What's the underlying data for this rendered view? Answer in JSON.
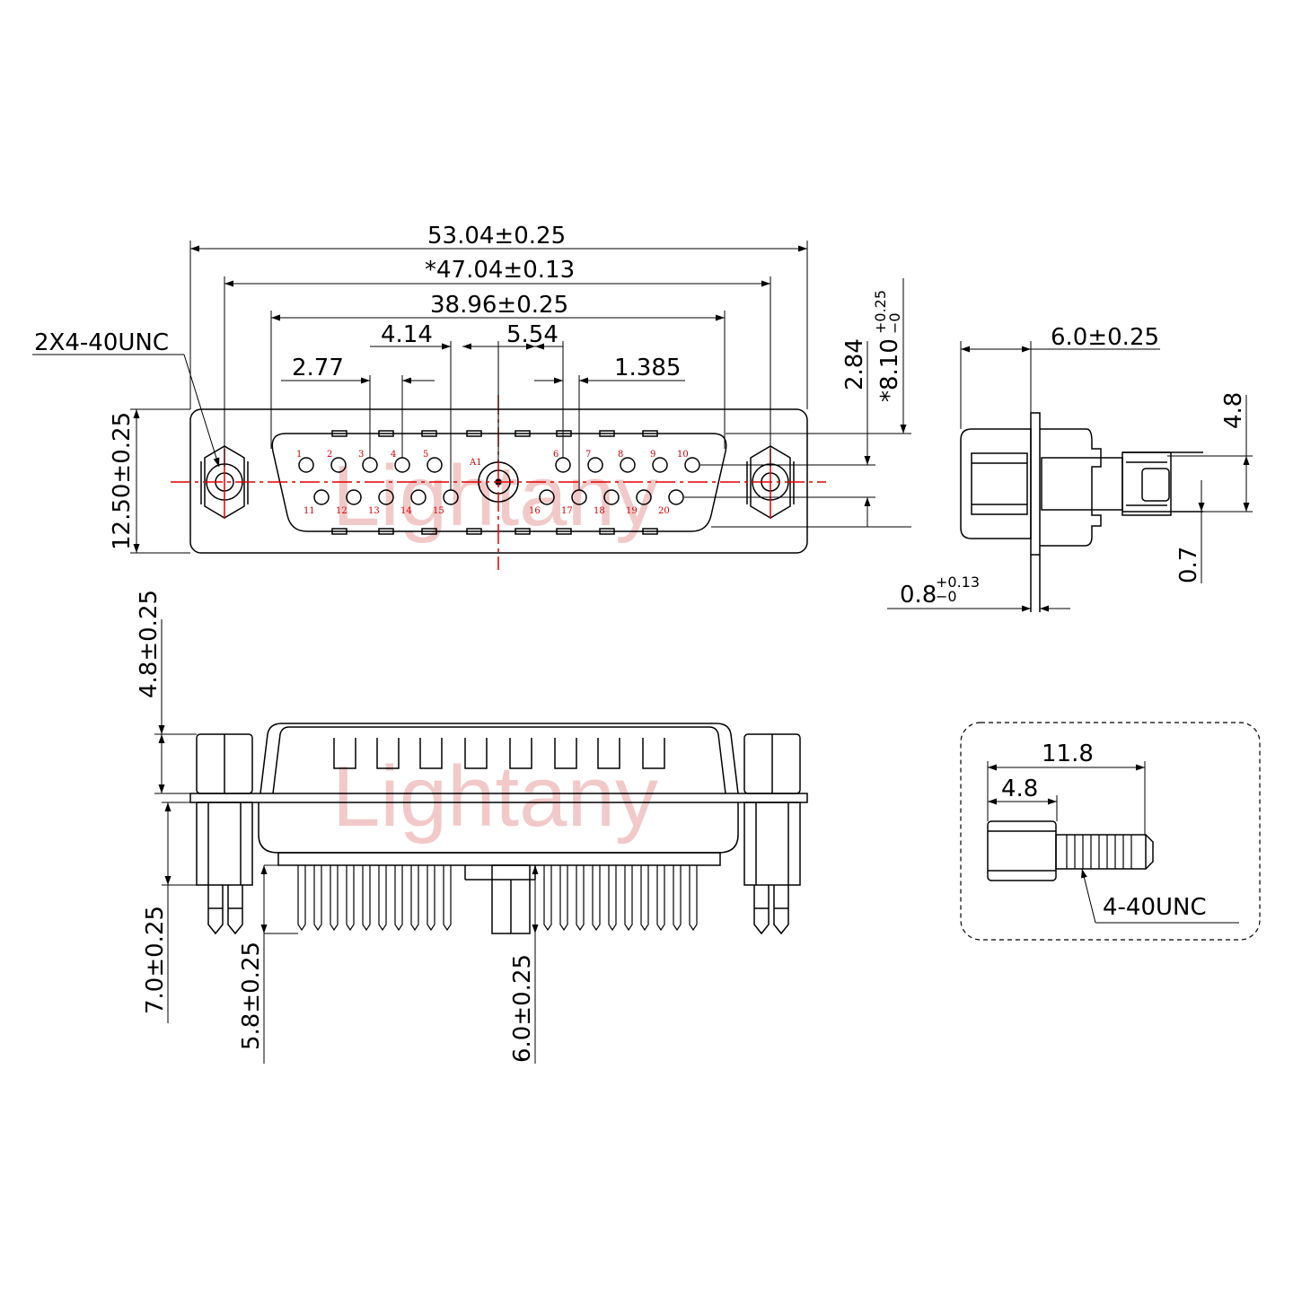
{
  "front_view": {
    "dims": {
      "overall_width": "53.04±0.25",
      "mount_spacing": "*47.04±0.13",
      "shell_width": "38.96±0.25",
      "pitch_a": "4.14",
      "pitch_b": "5.54",
      "pitch_c": "2.77",
      "pitch_d": "1.385",
      "height": "12.50±0.25",
      "row_offset": "2.84",
      "shell_height": "*8.10",
      "shell_height_tol_plus": "+0.25",
      "shell_height_tol_minus": "−0"
    },
    "thread_label": "2X4-40UNC",
    "coax_label": "A1",
    "pins_top": [
      "1",
      "2",
      "3",
      "4",
      "5",
      "6",
      "7",
      "8",
      "9",
      "10"
    ],
    "pins_bottom": [
      "11",
      "12",
      "13",
      "14",
      "15",
      "16",
      "17",
      "18",
      "19",
      "20"
    ]
  },
  "side_view": {
    "dims": {
      "depth": "6.0±0.25",
      "pin_gap": "4.8",
      "pin_dia": "0.7",
      "flange": "0.8",
      "flange_tol_plus": "+0.13",
      "flange_tol_minus": "−0"
    }
  },
  "bottom_view": {
    "dims": {
      "hex_height": "4.8±0.25",
      "tail_length": "7.0±0.25",
      "signal_pin": "5.8±0.25",
      "coax_pin": "6.0±0.25"
    }
  },
  "screw_detail": {
    "dims": {
      "total_length": "11.8",
      "head_length": "4.8"
    },
    "thread_label": "4-40UNC"
  },
  "watermark": "Lightany",
  "colors": {
    "line": "#000000",
    "center_line": "#e00000",
    "pin_label": "#d40000",
    "watermark": "#f2c9c9"
  }
}
